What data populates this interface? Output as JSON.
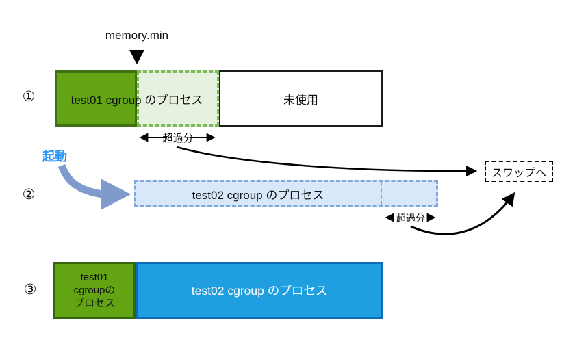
{
  "title_labels": {
    "memory_min": "memory.min",
    "kidou": "起動",
    "swap": "スワップへ"
  },
  "steps": {
    "s1": "①",
    "s2": "②",
    "s3": "③"
  },
  "row1": {
    "bar_label": "test01 cgroup のプロセス",
    "unused_label": "未使用",
    "excess_label": "超過分"
  },
  "row2": {
    "bar_label": "test02 cgroup のプロセス",
    "excess_label": "超過分"
  },
  "row3": {
    "green_label": "test01\ncgroupの\nプロセス",
    "blue_label": "test02 cgroup のプロセス"
  },
  "colors": {
    "green_fill": "#62A413",
    "green_border_dark": "#3E7212",
    "light_green_fill": "#E7F1DF",
    "light_green_dash": "#7CBA58",
    "light_blue_fill": "#D8E8FA",
    "light_blue_dash": "#7FA8DA",
    "blue_fill": "#1F9FDF",
    "blue_border": "#0C6DB4",
    "startup_text_blue": "#2696FF",
    "thick_arrow_blue": "#7E9BCB",
    "arrow_black": "#000000"
  }
}
